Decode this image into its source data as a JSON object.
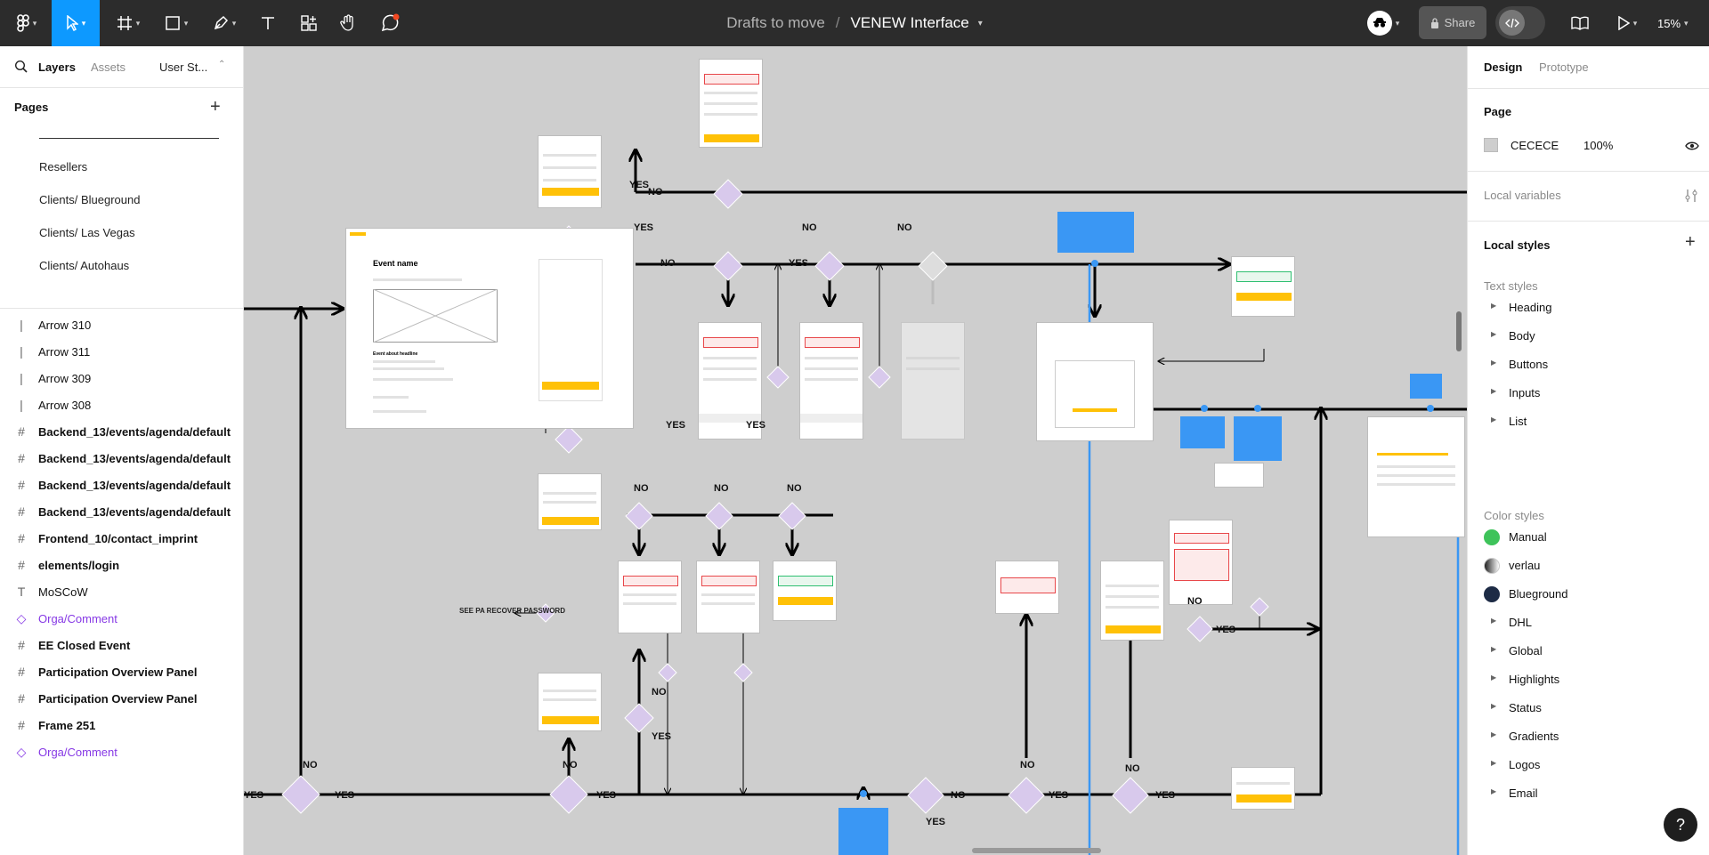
{
  "toolbar": {
    "file_folder": "Drafts to move",
    "file_separator": "/",
    "file_name": "VENEW Interface",
    "share_label": "Share",
    "zoom": "15%"
  },
  "left_panel": {
    "tabs": [
      "Layers",
      "Assets",
      "User St..."
    ],
    "pages_label": "Pages",
    "pages": [
      "Resellers",
      "Clients/ Blueground",
      "Clients/ Las Vegas",
      "Clients/ Autohaus"
    ],
    "layers": [
      {
        "label": "Arrow 310",
        "icon": "line-icon",
        "style": "normal"
      },
      {
        "label": "Arrow 311",
        "icon": "line-icon",
        "style": "normal"
      },
      {
        "label": "Arrow 309",
        "icon": "line-icon",
        "style": "normal"
      },
      {
        "label": "Arrow 308",
        "icon": "line-icon",
        "style": "normal"
      },
      {
        "label": "Backend_13/events/agenda/default",
        "icon": "frame-icon",
        "style": "bold"
      },
      {
        "label": "Backend_13/events/agenda/default",
        "icon": "frame-icon",
        "style": "bold"
      },
      {
        "label": "Backend_13/events/agenda/default",
        "icon": "frame-icon",
        "style": "bold"
      },
      {
        "label": "Backend_13/events/agenda/default",
        "icon": "frame-icon",
        "style": "bold"
      },
      {
        "label": "Frontend_10/contact_imprint",
        "icon": "frame-icon",
        "style": "bold"
      },
      {
        "label": "elements/login",
        "icon": "frame-icon",
        "style": "bold"
      },
      {
        "label": "MoSCoW",
        "icon": "text-icon",
        "style": "normal"
      },
      {
        "label": "Orga/Comment",
        "icon": "component-icon",
        "style": "purple"
      },
      {
        "label": "EE Closed Event",
        "icon": "frame-icon",
        "style": "bold"
      },
      {
        "label": "Participation Overview Panel",
        "icon": "frame-icon",
        "style": "bold"
      },
      {
        "label": "Participation Overview Panel",
        "icon": "frame-icon",
        "style": "bold"
      },
      {
        "label": "Frame 251",
        "icon": "frame-icon",
        "style": "bold"
      },
      {
        "label": "Orga/Comment",
        "icon": "component-icon",
        "style": "purple"
      }
    ]
  },
  "canvas": {
    "event_frame_title": "Event name",
    "event_frame_subtitle": "Event about headline",
    "see_pa_recover": "SEE PA RECOVER PASSWORD",
    "yes": "YES",
    "no": "NO"
  },
  "right_panel": {
    "tabs": [
      "Design",
      "Prototype"
    ],
    "page_label": "Page",
    "page_color": "CECECE",
    "page_opacity": "100%",
    "local_variables": "Local variables",
    "local_styles": "Local styles",
    "text_styles_label": "Text styles",
    "text_styles": [
      "Heading",
      "Body",
      "Buttons",
      "Inputs",
      "List"
    ],
    "color_styles_label": "Color styles",
    "color_styles": [
      {
        "label": "Manual",
        "color": "#3ec35a",
        "kind": "swatch"
      },
      {
        "label": "verlau",
        "color": "gradient",
        "kind": "swatch"
      },
      {
        "label": "Blueground",
        "color": "#1d2b45",
        "kind": "swatch"
      },
      {
        "label": "DHL",
        "kind": "group"
      },
      {
        "label": "Global",
        "kind": "group"
      },
      {
        "label": "Highlights",
        "kind": "group"
      },
      {
        "label": "Status",
        "kind": "group"
      },
      {
        "label": "Gradients",
        "kind": "group"
      },
      {
        "label": "Logos",
        "kind": "group"
      },
      {
        "label": "Email",
        "kind": "group"
      }
    ]
  },
  "help_label": "?"
}
